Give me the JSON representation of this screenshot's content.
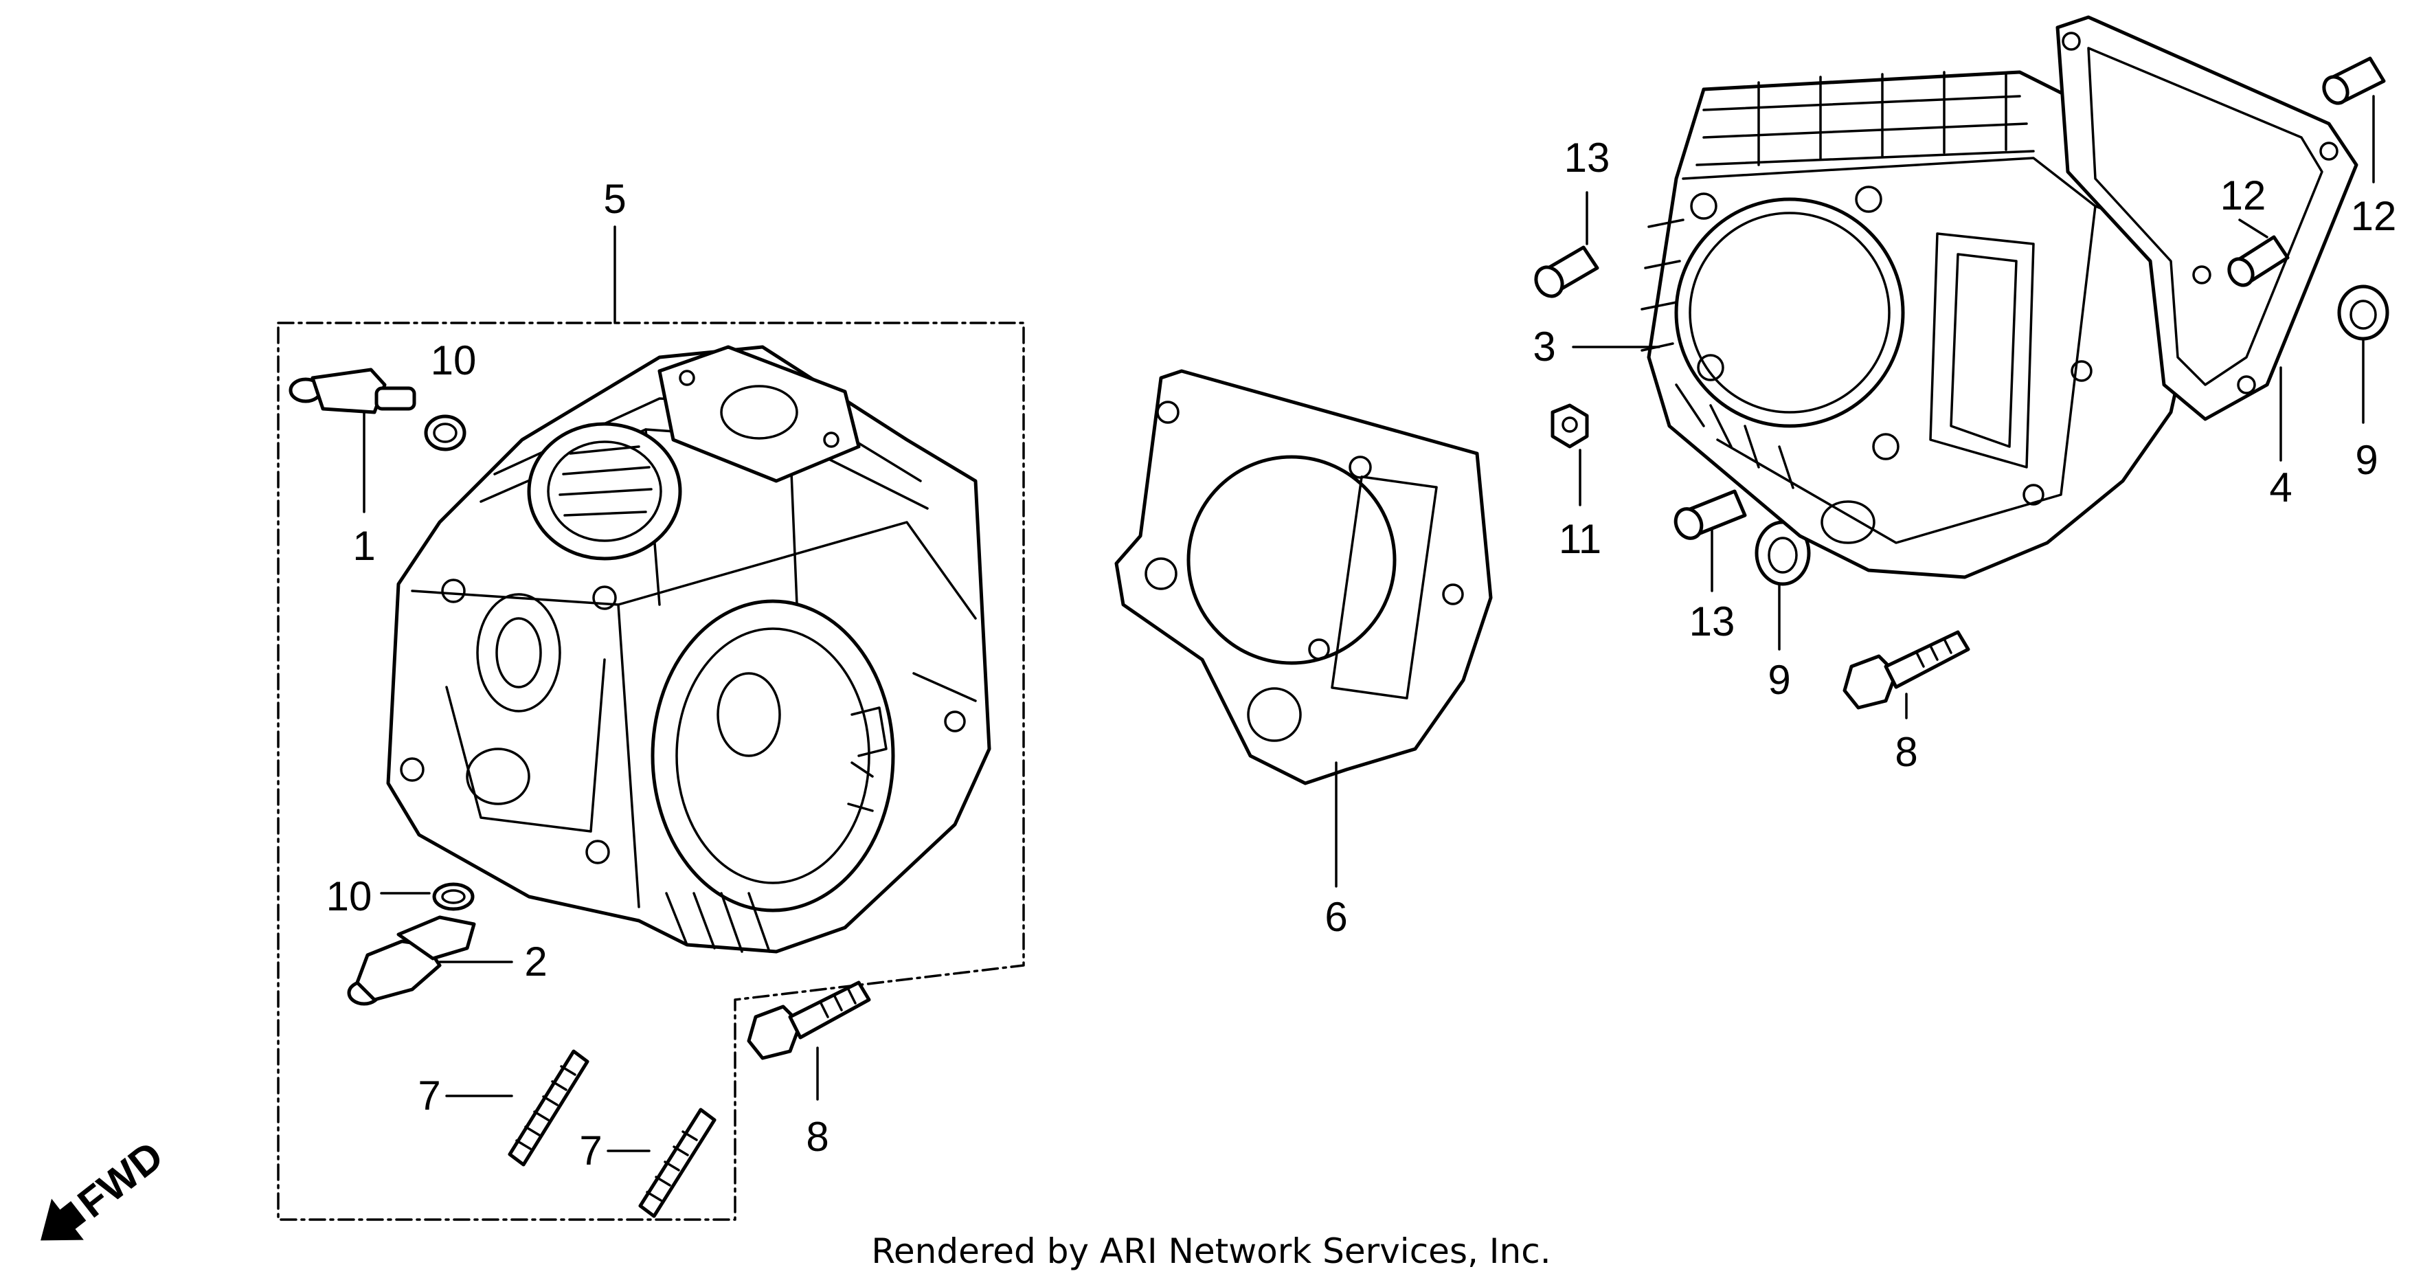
{
  "callouts": {
    "p1": "1",
    "p2": "2",
    "p3": "3",
    "p4": "4",
    "p5": "5",
    "p6": "6",
    "p7a": "7",
    "p7b": "7",
    "p8a": "8",
    "p8b": "8",
    "p9a": "9",
    "p9b": "9",
    "p10a": "10",
    "p10b": "10",
    "p11": "11",
    "p12a": "12",
    "p12b": "12",
    "p13a": "13",
    "p13b": "13"
  },
  "fwd_label": "FWD",
  "footer": "Rendered by ARI Network Services, Inc."
}
